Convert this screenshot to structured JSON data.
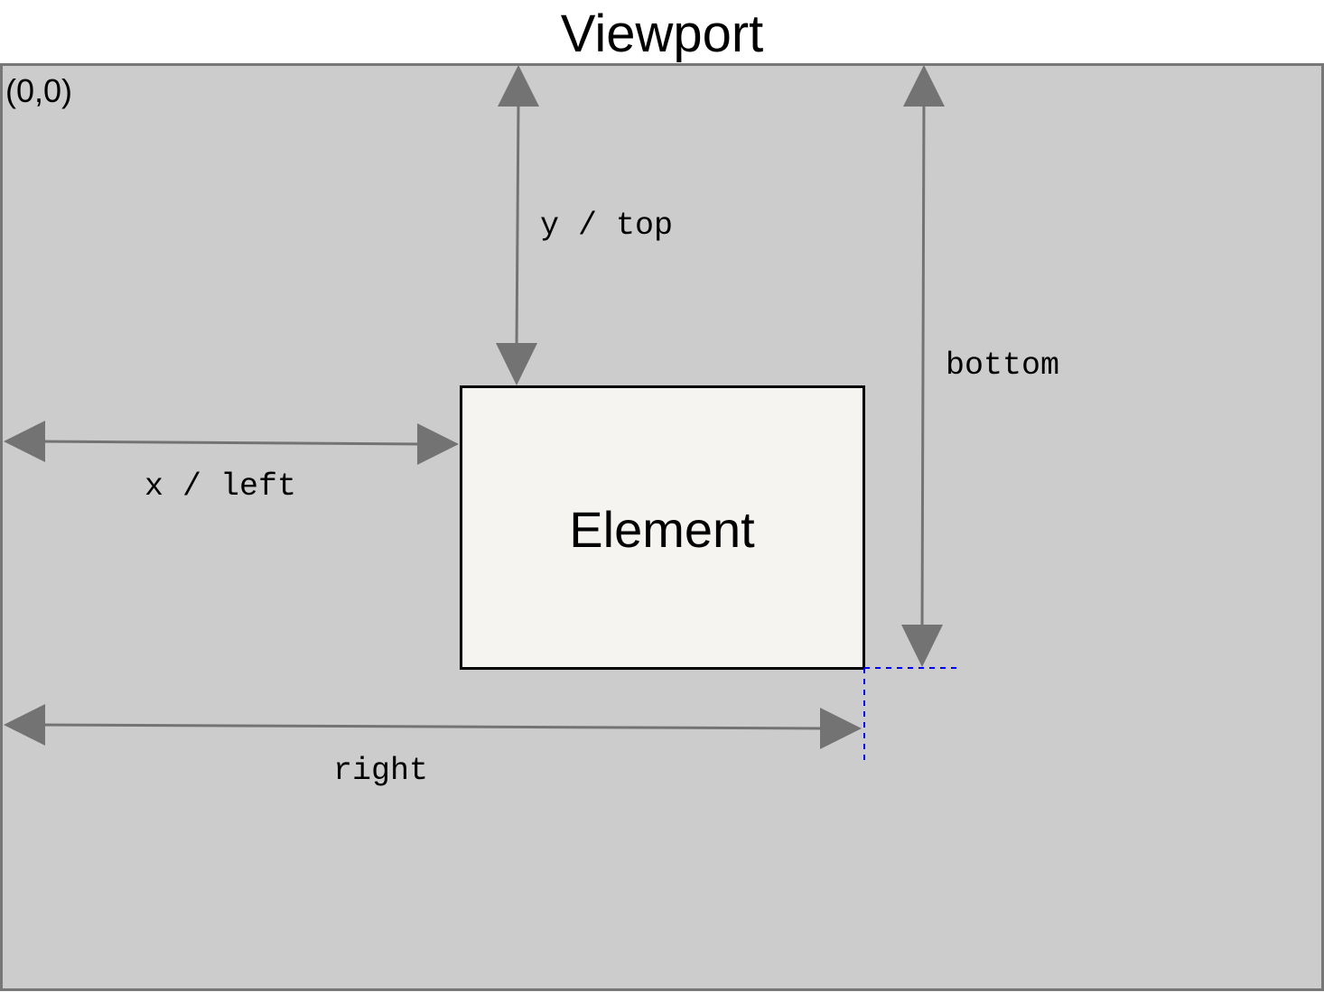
{
  "diagram": {
    "title": "Viewport",
    "origin_label": "(0,0)",
    "element_label": "Element",
    "measurements": {
      "top": "y / top",
      "left": "x / left",
      "bottom": "bottom",
      "right": "right"
    }
  },
  "colors": {
    "viewport_fill": "#cccccc",
    "viewport_border": "#777777",
    "element_fill": "#f6f4f0",
    "element_border": "#000000",
    "arrow": "#737373",
    "guide": "#0000ff",
    "text": "#000000"
  },
  "icons": {
    "arrow_heads": "filled-triangle"
  }
}
